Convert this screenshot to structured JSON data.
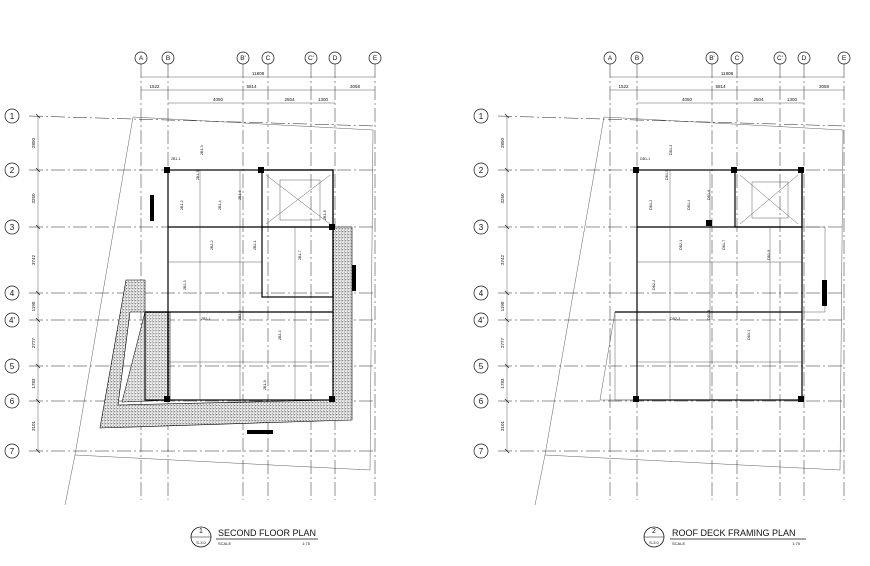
{
  "grid_columns": [
    "A",
    "B",
    "B'",
    "C",
    "C'",
    "D",
    "E"
  ],
  "grid_rows": [
    "1",
    "2",
    "3",
    "4",
    "4'",
    "5",
    "6",
    "7"
  ],
  "dimensions": {
    "overall": "11808",
    "top_chain": [
      "1522",
      "5814",
      "3058"
    ],
    "sub_chain": [
      "4050",
      "2504",
      "1300"
    ],
    "left_chain": [
      "2850",
      "3250",
      "3742",
      "1190",
      "2777",
      "1783",
      "3101"
    ]
  },
  "plans": [
    {
      "number": "1",
      "sheet": "S-3.0",
      "title": "SECOND FLOOR PLAN",
      "scale_label": "SCALE",
      "scale": "1:75",
      "members": [
        "2B1-1",
        "2B1-2",
        "2B1-3",
        "2B1-4",
        "2B1-5",
        "2B1-6",
        "2B2-1",
        "2B2-2",
        "2B2-3",
        "2B3-1",
        "2B3-2",
        "2B3-3",
        "2B1-7",
        "2B1-8",
        "2B1-9"
      ]
    },
    {
      "number": "2",
      "sheet": "S-3.0",
      "title": "ROOF DECK FRAMING PLAN",
      "scale_label": "SCALE",
      "scale": "1:75",
      "members": [
        "DB1-1",
        "DB1-2",
        "DB1-3",
        "DB1-4",
        "DB1-5",
        "DB1-6",
        "DB1-7",
        "DB2-1",
        "DB2-2",
        "DB2-3",
        "DB1-8",
        "DB3-1",
        "DB1-9"
      ]
    }
  ],
  "colors": {
    "ink": "#111111",
    "paper": "#ffffff"
  }
}
